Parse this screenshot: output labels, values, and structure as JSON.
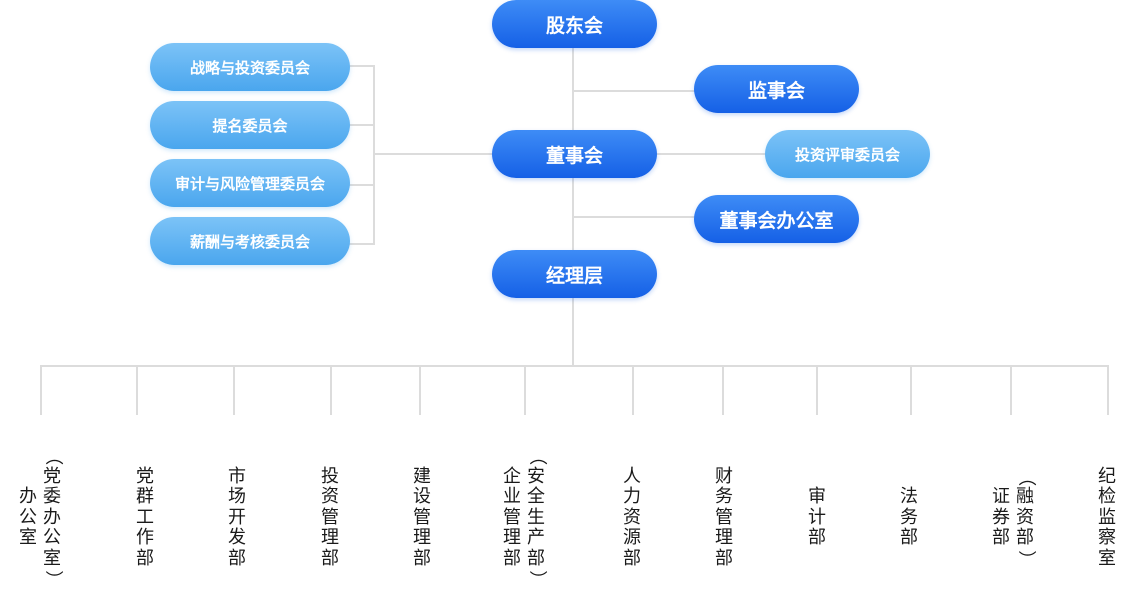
{
  "top": {
    "shareholders": "股东会",
    "supervisors": "监事会",
    "board": "董事会",
    "investment_review": "投资评审委员会",
    "board_office": "董事会办公室",
    "management": "经理层"
  },
  "committees": [
    "战略与投资委员会",
    "提名委员会",
    "审计与风险管理委员会",
    "薪酬与考核委员会"
  ],
  "departments": [
    {
      "cols": [
        "办公室",
        "（党委办公室）"
      ]
    },
    {
      "cols": [
        "党群工作部"
      ]
    },
    {
      "cols": [
        "市场开发部"
      ]
    },
    {
      "cols": [
        "投资管理部"
      ]
    },
    {
      "cols": [
        "建设管理部"
      ]
    },
    {
      "cols": [
        "企业管理部",
        "（安全生产部）"
      ]
    },
    {
      "cols": [
        "人力资源部"
      ]
    },
    {
      "cols": [
        "财务管理部"
      ]
    },
    {
      "cols": [
        "审计部"
      ]
    },
    {
      "cols": [
        "法务部"
      ]
    },
    {
      "cols": [
        "证券部",
        "（融资部）"
      ]
    },
    {
      "cols": [
        "纪检监察室"
      ]
    }
  ],
  "colors": {
    "dark_node": "#1560e6",
    "light_node": "#4aa6ee",
    "connector": "#dcdcdc",
    "dept_text": "#1a1a1a"
  }
}
